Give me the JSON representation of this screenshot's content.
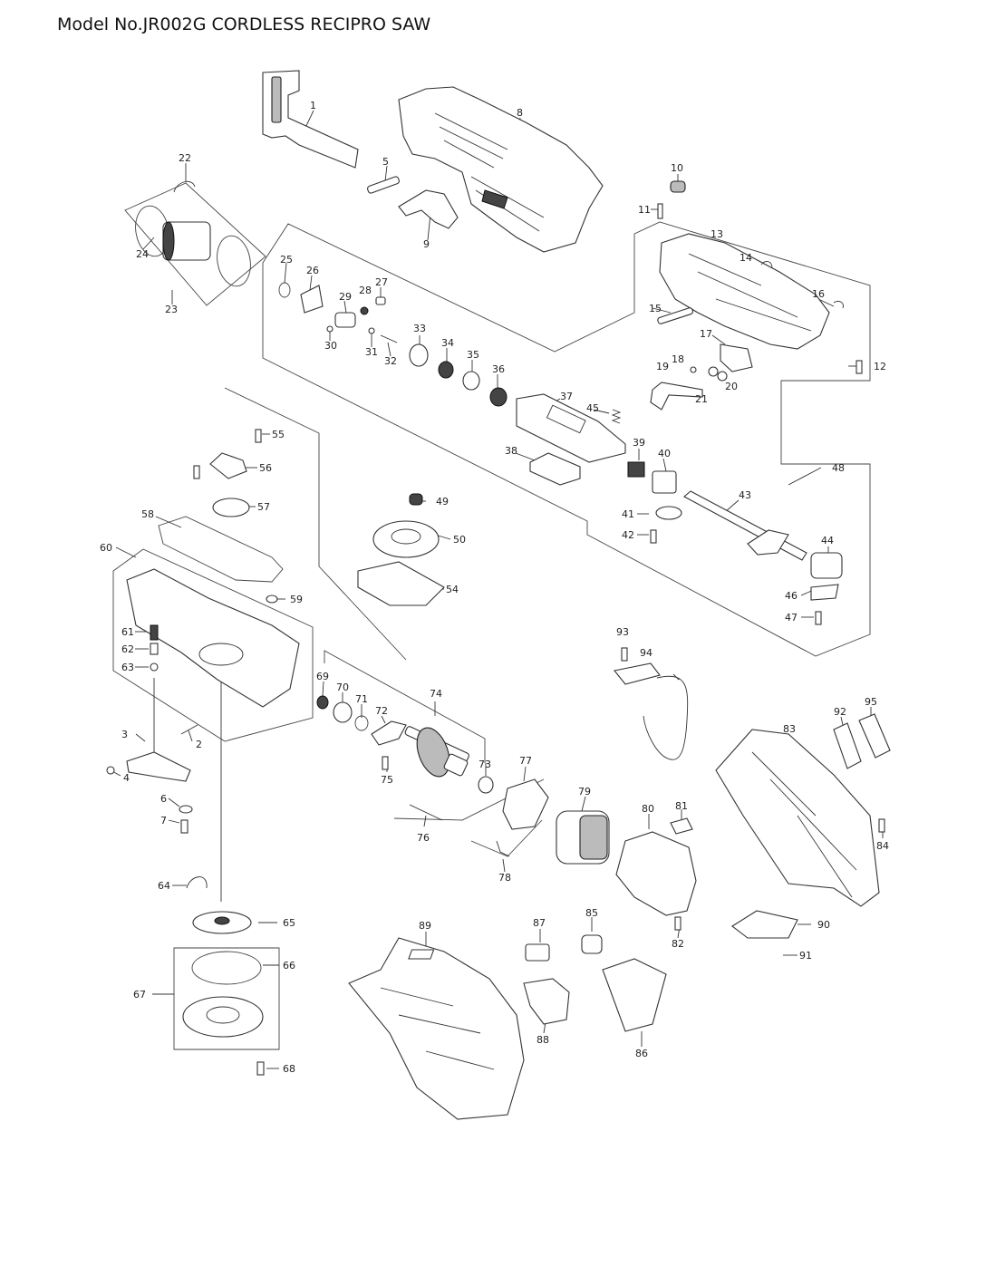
{
  "title": "Model No.JR002G CORDLESS RECIPRO SAW",
  "callouts": [
    "1",
    "2",
    "3",
    "4",
    "5",
    "6",
    "7",
    "8",
    "9",
    "10",
    "11",
    "12",
    "13",
    "14",
    "15",
    "16",
    "17",
    "18",
    "19",
    "20",
    "21",
    "22",
    "23",
    "24",
    "25",
    "26",
    "27",
    "28",
    "29",
    "30",
    "31",
    "32",
    "33",
    "34",
    "35",
    "36",
    "37",
    "38",
    "39",
    "40",
    "41",
    "42",
    "43",
    "44",
    "45",
    "46",
    "47",
    "48",
    "49",
    "50",
    "54",
    "55",
    "56",
    "57",
    "58",
    "59",
    "60",
    "61",
    "62",
    "63",
    "64",
    "65",
    "66",
    "67",
    "68",
    "69",
    "70",
    "71",
    "72",
    "73",
    "74",
    "75",
    "76",
    "77",
    "78",
    "79",
    "80",
    "81",
    "82",
    "83",
    "84",
    "85",
    "86",
    "87",
    "88",
    "89",
    "90",
    "91",
    "92",
    "93",
    "94",
    "95"
  ]
}
